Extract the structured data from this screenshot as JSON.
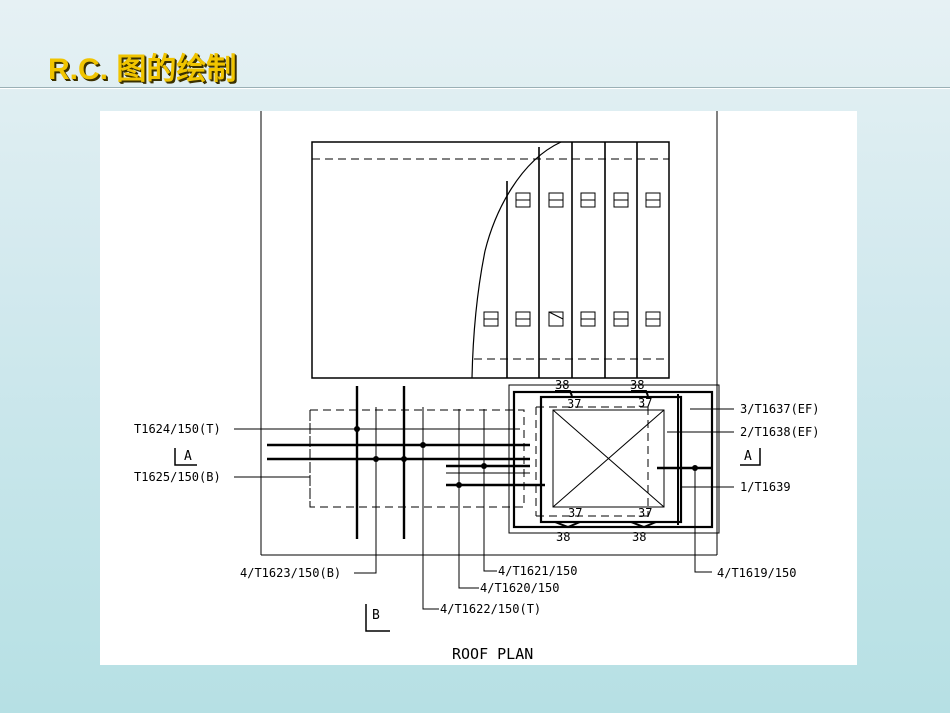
{
  "slide": {
    "title": "R.C. 图的绘制"
  },
  "drawing": {
    "plan_title": "ROOF PLAN",
    "bar_labels": {
      "t1624": "T1624/150(T)",
      "t1625": "T1625/150(B)",
      "t1637": "3/T1637(EF)",
      "t1638": "2/T1638(EF)",
      "t1639": "1/T1639",
      "t1619": "4/T1619/150",
      "t1623": "4/T1623/150(B)",
      "t1621": "4/T1621/150",
      "t1620": "4/T1620/150",
      "t1622": "4/T1622/150(T)"
    },
    "section_marks": {
      "a_left": "A",
      "a_right": "A",
      "b": "B"
    },
    "dimensions": {
      "top_left_outer": "38",
      "top_right_outer": "38",
      "top_left_inner": "37",
      "top_right_inner": "37",
      "bottom_left_inner": "37",
      "bottom_right_inner": "37",
      "bottom_left_outer": "38",
      "bottom_right_outer": "38"
    }
  }
}
